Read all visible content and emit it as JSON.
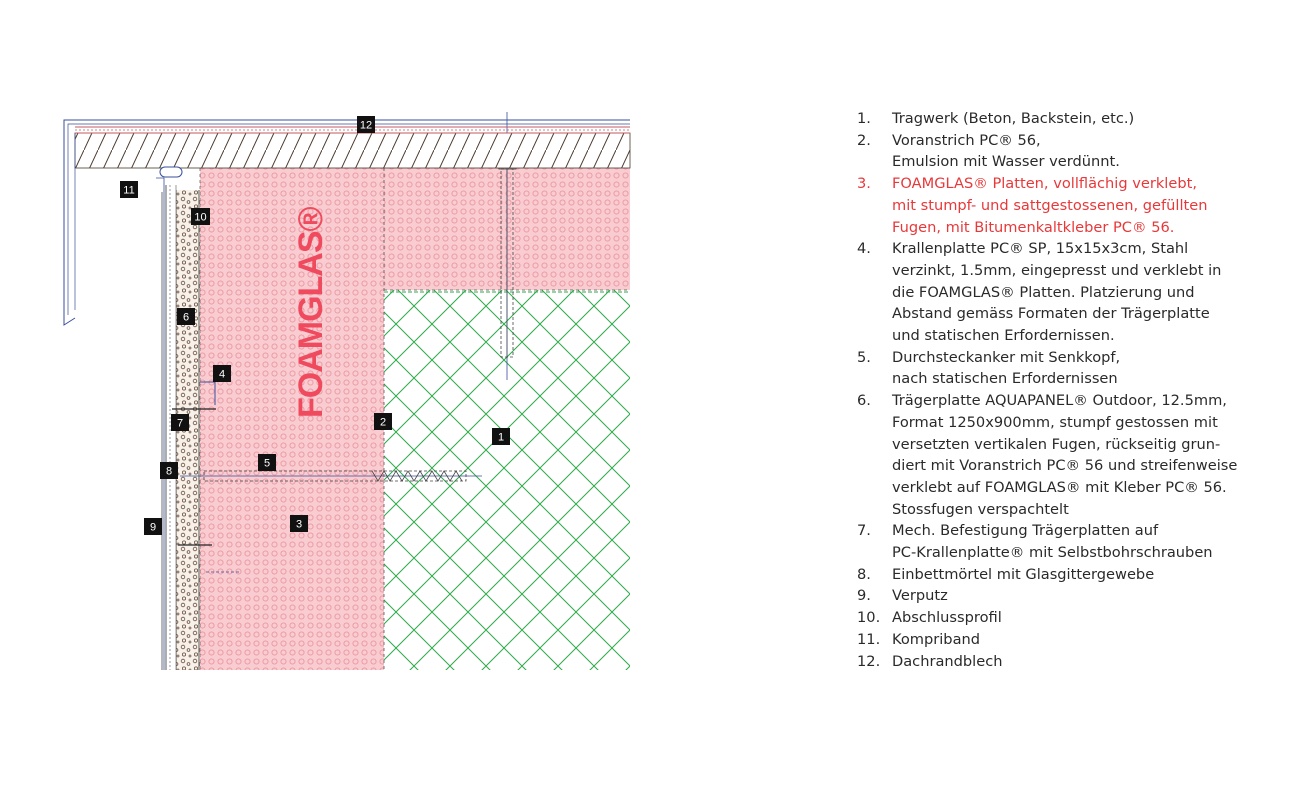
{
  "diagram": {
    "product_label": "FOAMGLAS®",
    "callouts": [
      "1",
      "2",
      "3",
      "4",
      "5",
      "6",
      "7",
      "8",
      "9",
      "10",
      "11",
      "12"
    ]
  },
  "legend": {
    "items": [
      {
        "num": "1.",
        "lines": [
          "Tragwerk (Beton, Backstein, etc.)"
        ]
      },
      {
        "num": "2.",
        "lines": [
          "Voranstrich PC® 56,",
          "Emulsion mit Wasser verdünnt."
        ]
      },
      {
        "num": "3.",
        "lines": [
          "FOAMGLAS® Platten, vollflächig verklebt,",
          "mit stumpf- und sattgestossenen, gefüllten",
          "Fugen, mit  Bitumenkaltkleber PC® 56."
        ],
        "highlight": true
      },
      {
        "num": "4.",
        "lines": [
          "Krallenplatte PC® SP, 15x15x3cm, Stahl",
          "verzinkt, 1.5mm, eingepresst und verklebt in",
          "die FOAMGLAS® Platten. Platzierung und",
          "Abstand gemäss Formaten der Trägerplatte",
          "und statischen Erfordernissen."
        ]
      },
      {
        "num": "5.",
        "lines": [
          "Durchsteckanker mit Senkkopf,",
          "nach statischen Erfordernissen"
        ]
      },
      {
        "num": "6.",
        "lines": [
          "Trägerplatte AQUAPANEL® Outdoor, 12.5mm,",
          "Format 1250x900mm, stumpf gestossen mit",
          "versetzten vertikalen Fugen, rückseitig grun-",
          "diert mit Voranstrich PC® 56 und streifenweise",
          "verklebt auf FOAMGLAS® mit Kleber PC® 56.",
          "Stossfugen verspachtelt"
        ]
      },
      {
        "num": "7.",
        "lines": [
          "Mech. Befestigung Trägerplatten auf",
          "PC-Krallenplatte® mit Selbstbohrschrauben"
        ]
      },
      {
        "num": "8.",
        "lines": [
          "Einbettmörtel mit Glasgittergewebe"
        ]
      },
      {
        "num": "9.",
        "lines": [
          "Verputz"
        ]
      },
      {
        "num": "10.",
        "lines": [
          "Abschlussprofil"
        ]
      },
      {
        "num": "11.",
        "lines": [
          "Kompriband"
        ]
      },
      {
        "num": "12.",
        "lines": [
          "Dachrandblech"
        ]
      }
    ]
  },
  "colors": {
    "foamglas_pink": "#f7c9cd",
    "foamglas_dots": "#ee9aa3",
    "product_label": "#ef4a5e",
    "structure_hatch": "#2eaa4a",
    "highlight_text": "#e8383a",
    "outline_blue": "#3a4f9e"
  }
}
